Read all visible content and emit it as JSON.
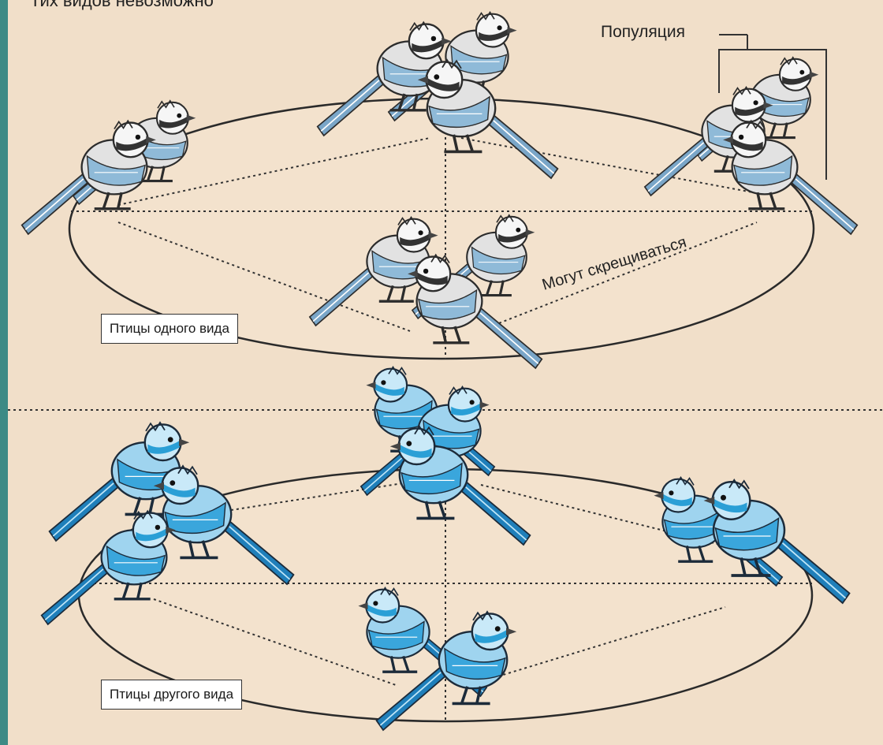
{
  "heading": "Тих видов невозможно",
  "population_label": "Популяция",
  "interbreed_label": "Могут скрещиваться",
  "species_one_label": "Птицы одного вида",
  "species_two_label": "Птицы другого вида",
  "colors": {
    "background": "#f1dfc9",
    "side_band": "#3d8a85",
    "ellipse_fill": "#f3e2cd",
    "gray_bird": "#e4e4e4",
    "blue_bird": "#9fd4ef",
    "accent_blue": "#2a9fd6"
  },
  "groups": [
    {
      "species": "gray",
      "population_count": 4
    },
    {
      "species": "blue",
      "population_count": 4
    }
  ]
}
